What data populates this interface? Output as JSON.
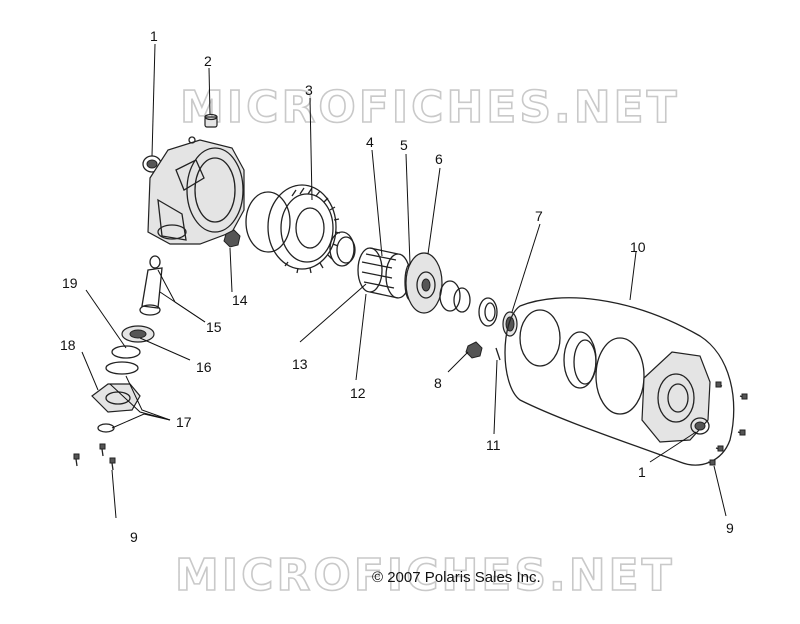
{
  "watermark_top": "MICROFICHES.NET",
  "watermark_bottom": "MICROFICHES.NET",
  "copyright": "© 2007  Polaris Sales Inc.",
  "callouts": [
    "1",
    "2",
    "3",
    "4",
    "5",
    "6",
    "7",
    "10",
    "14",
    "15",
    "19",
    "16",
    "18",
    "13",
    "8",
    "12",
    "17",
    "11",
    "1",
    "9",
    "9"
  ]
}
